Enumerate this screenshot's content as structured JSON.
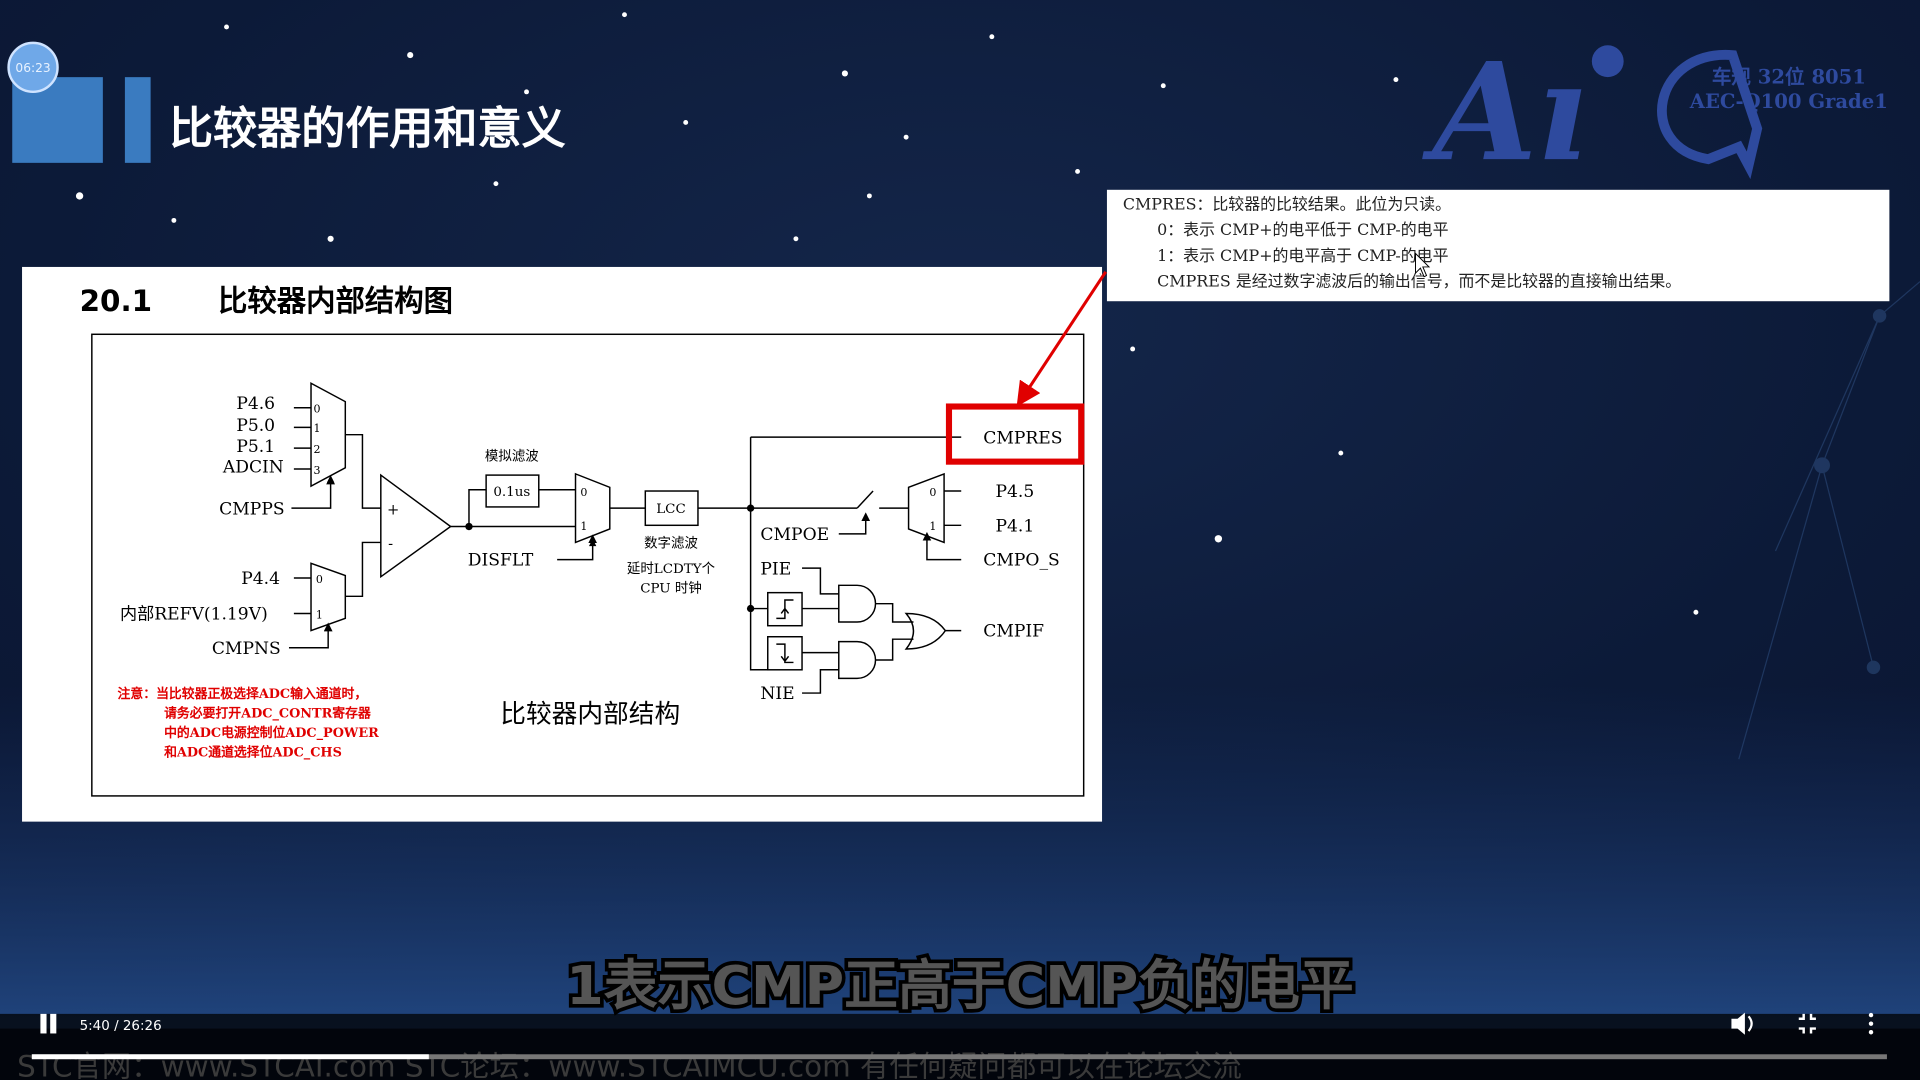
{
  "player": {
    "timer_badge": "06:23",
    "time_display": "5:40 / 26:26",
    "progress_percent": 21.4,
    "subtitle": "1表示CMP正高于CMP负的电平",
    "watermark": "STC官网：www.STCAI.com      STC论坛：www.STCAIMCU.com      有任何疑问都可以在论坛交流"
  },
  "slide": {
    "title": "比较器的作用和意义",
    "logo": {
      "mark": "AiC",
      "line1": "车规 32位 8051",
      "line2": "AEC-Q100 Grade1",
      "color": "#2e4a9e"
    },
    "callout": {
      "line1": "CMPRES：比较器的比较结果。此位为只读。",
      "line2": "0：表示 CMP+的电平低于 CMP-的电平",
      "line3": "1：表示 CMP+的电平高于 CMP-的电平",
      "line4": "CMPRES 是经过数字滤波后的输出信号，而不是比较器的直接输出结果。"
    },
    "doc": {
      "section_num": "20.1",
      "section_title": "比较器内部结构图",
      "caption": "比较器内部结构",
      "labels": {
        "p46": "P4.6",
        "p50": "P5.0",
        "p51": "P5.1",
        "adcin": "ADCIN",
        "cmpps": "CMPPS",
        "p44": "P4.4",
        "refv": "内部REFV(1.19V)",
        "cmpns": "CMPNS",
        "analog_filter": "模拟滤波",
        "delay": "0.1us",
        "disflt": "DISFLT",
        "lcc": "LCC",
        "digital_filter": "数字滤波",
        "lcdty": "延时LCDTY个",
        "cpu_clk": "CPU 时钟",
        "cmpres": "CMPRES",
        "cmpoe": "CMPOE",
        "p45": "P4.5",
        "p41": "P4.1",
        "cmpo_s": "CMPO_S",
        "pie": "PIE",
        "nie": "NIE",
        "cmpif": "CMPIF",
        "plus": "+",
        "minus": "-",
        "m0": "0",
        "m1": "1",
        "m2": "2",
        "m3": "3"
      },
      "note": [
        "注意：当比较器正极选择ADC输入通道时，",
        "请务必要打开ADC_CONTR寄存器",
        "中的ADC电源控制位ADC_POWER",
        "和ADC通道选择位ADC_CHS"
      ],
      "highlight_color": "#e00000"
    }
  }
}
